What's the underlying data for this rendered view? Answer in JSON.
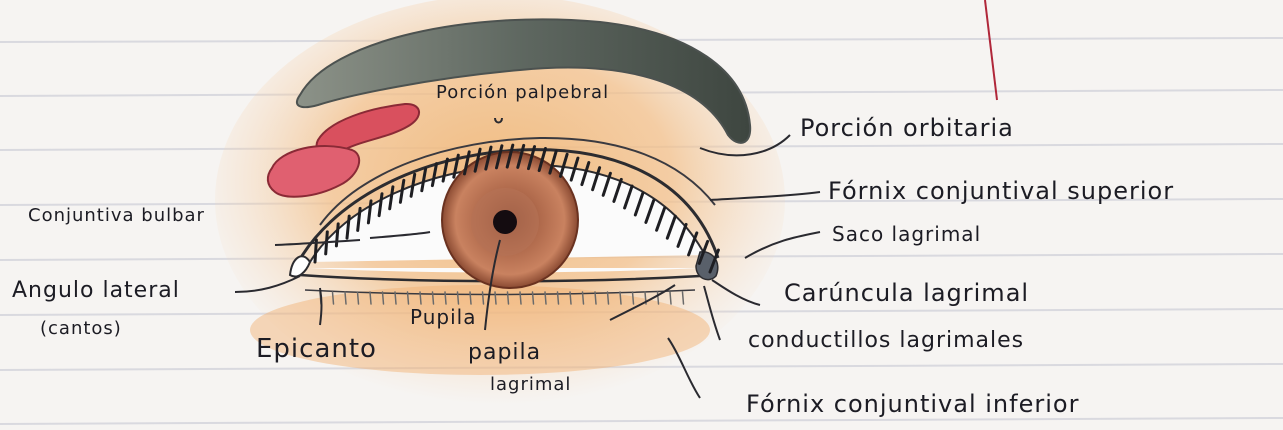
{
  "title": "",
  "labels": {
    "porcion_palpebral": "Porción palpebral",
    "porcion_orbitaria": "Porción orbitaria",
    "fornix_superior": "Fórnix conjuntival superior",
    "saco_lagrimal": "Saco lagrimal",
    "conjuntiva_bulbar": "Conjuntiva bulbar",
    "angulo_lateral": "Angulo lateral",
    "cantos": "(cantos)",
    "caruncula": "Carúncula lagrimal",
    "conductillos": "conductillos lagrimales",
    "epicanto": "Epicanto",
    "pupila": "Pupila",
    "papila": "papila",
    "lagrimal": "lagrimal",
    "fornix_inferior": "Fórnix conjuntival inferior"
  },
  "colors": {
    "paper": "#f6f4f2",
    "ruled_line": "#d9d9df",
    "margin_line": "#b0273a",
    "skin_shading": "#f0b87a",
    "eyebrow": "#5e6760",
    "gland_red": "#d9505e",
    "iris": "#b06a4c",
    "pupil": "#140c10",
    "ink": "#1c1c24"
  },
  "icons": [
    "eyebrow-drawing",
    "eye-drawing",
    "lacrimal-gland-drawing"
  ]
}
